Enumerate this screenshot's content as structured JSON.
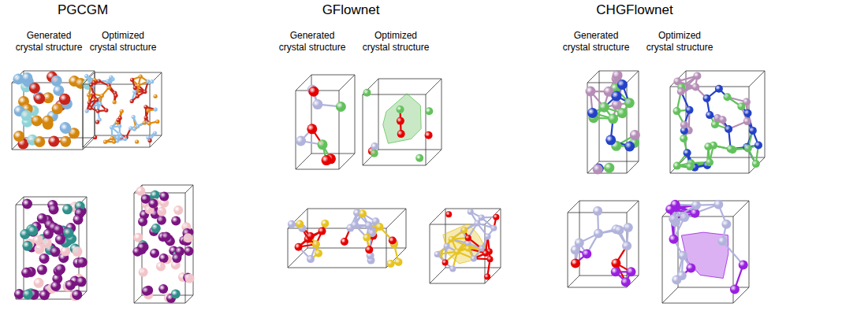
{
  "diagram": {
    "labels": [
      "PGCGM",
      "GFlownet",
      "CHGFlownet",
      "Generated crystal structure",
      "Optimized crystal structure",
      "Generated crystal structure",
      "Optimized crystal structure",
      "Generated crystal structure",
      "Optimized crystal structure"
    ]
  }
}
